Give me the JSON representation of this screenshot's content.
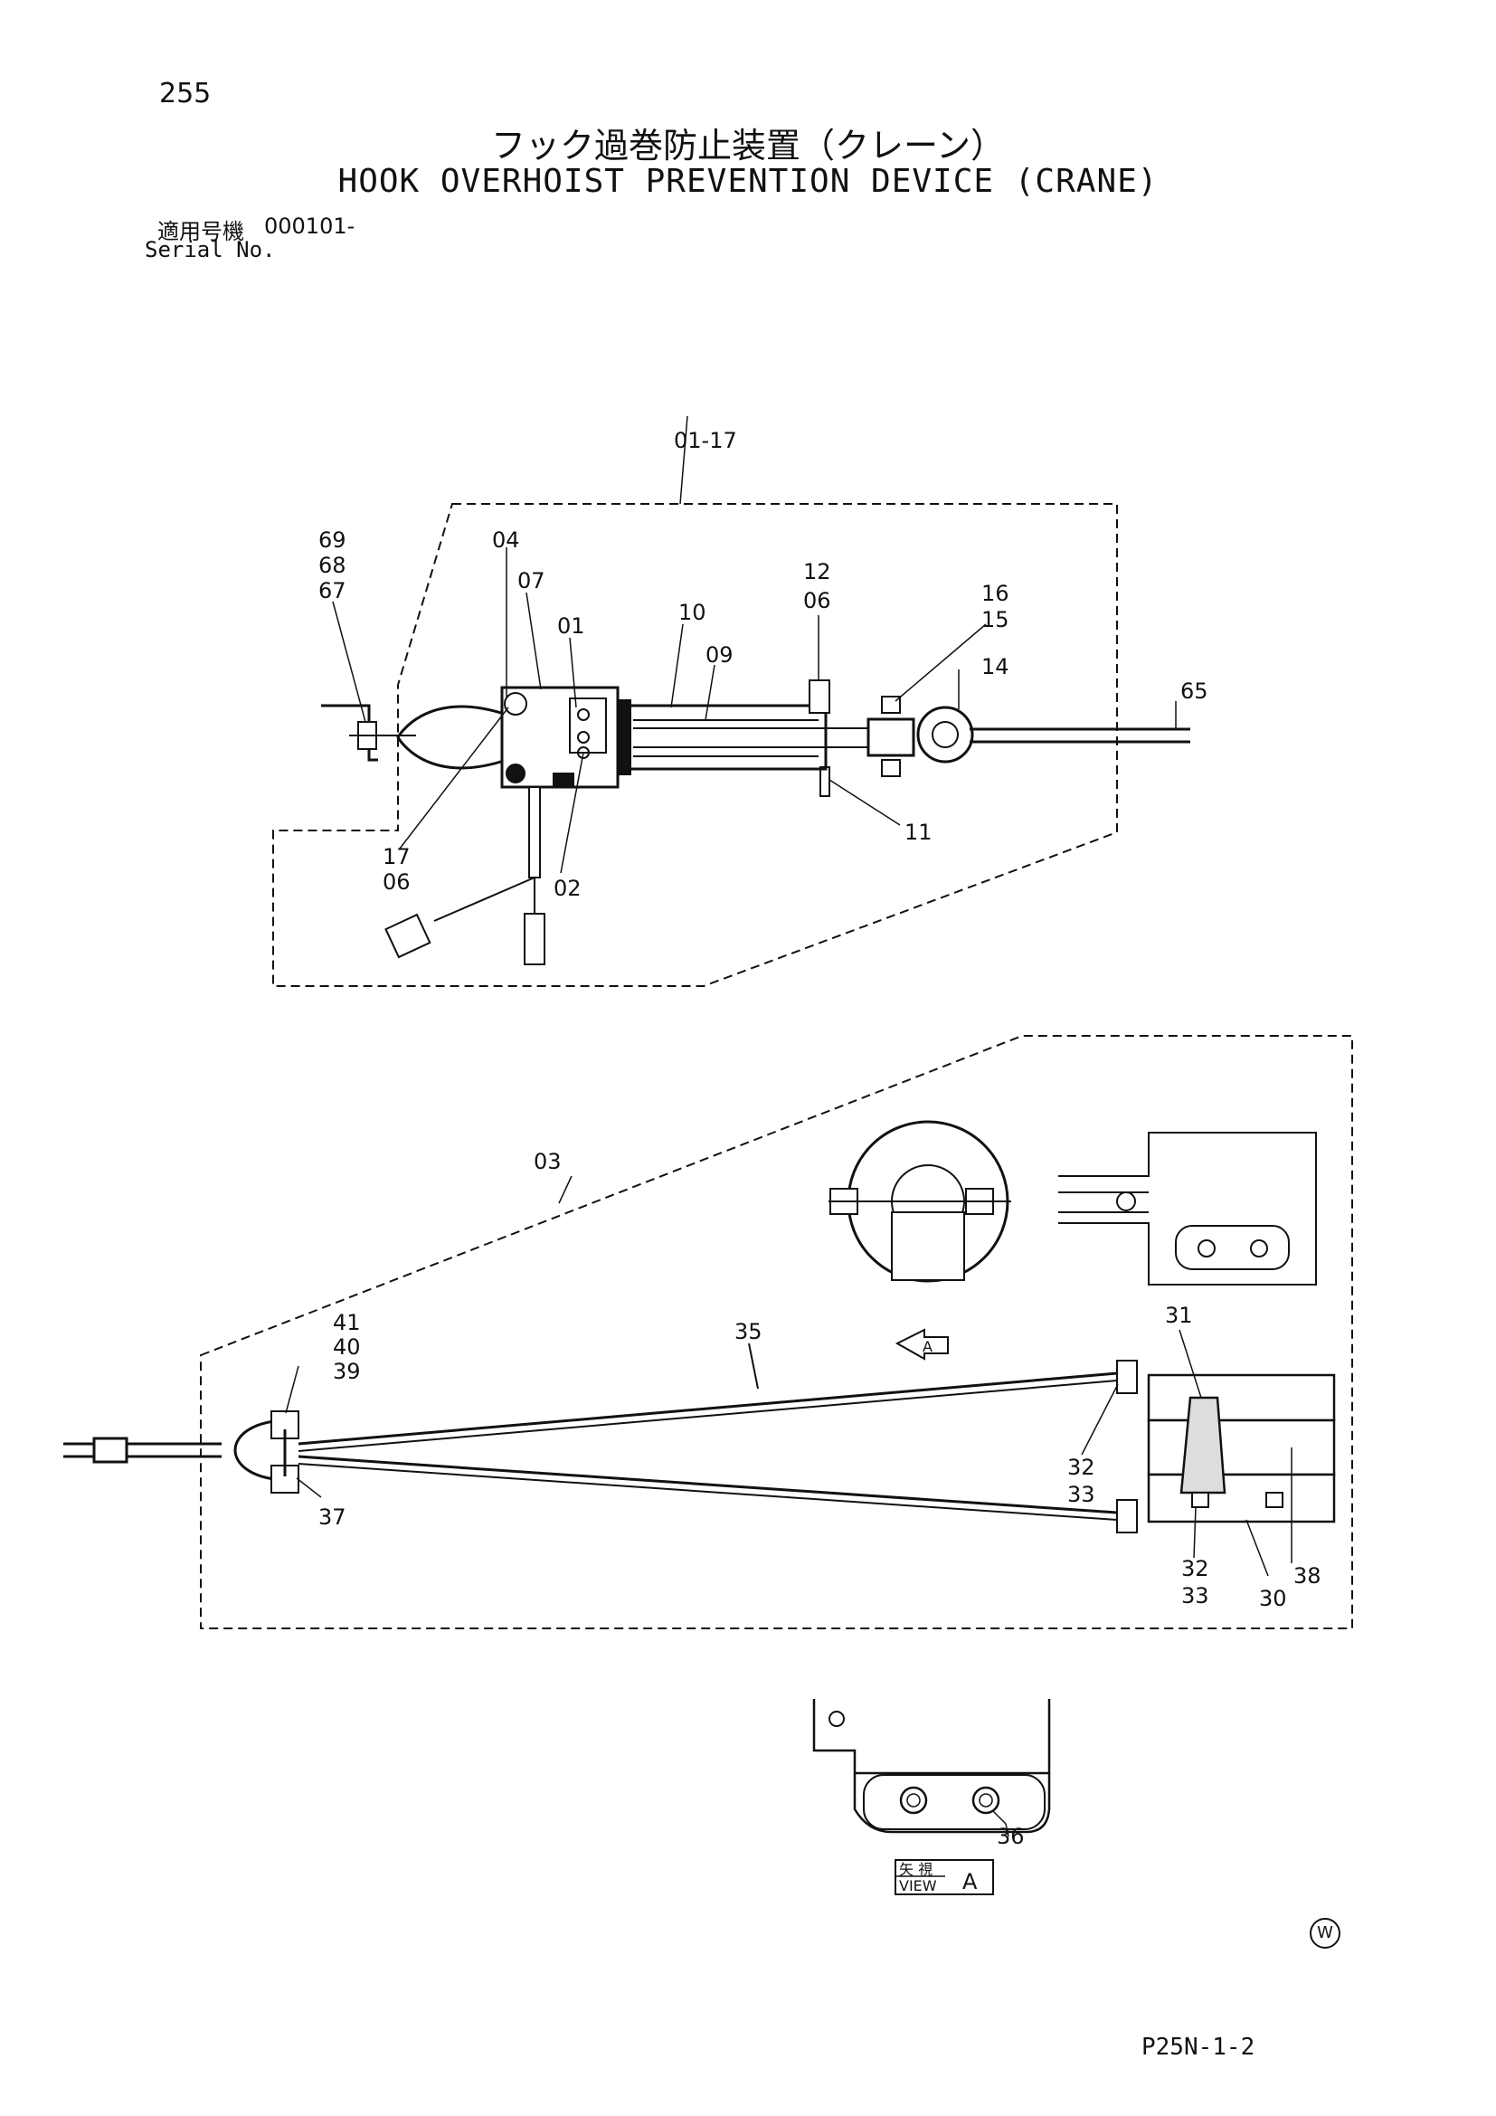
{
  "header": {
    "page_number": "255",
    "title_jp": "フック過巻防止装置（クレーン）",
    "title_en": "HOOK OVERHOIST PREVENTION DEVICE (CRANE)",
    "serial_label_jp": "適用号機",
    "serial_value": "000101-",
    "serial_label_en": "Serial No."
  },
  "upper_assembly": {
    "group_label": "01-17",
    "labels": {
      "p69": "69",
      "p68": "68",
      "p67": "67",
      "p04": "04",
      "p07": "07",
      "p01": "01",
      "p10": "10",
      "p09": "09",
      "p12": "12",
      "p06a": "06",
      "p16": "16",
      "p15": "15",
      "p14": "14",
      "p65": "65",
      "p11": "11",
      "p17": "17",
      "p06b": "06",
      "p02": "02"
    }
  },
  "lower_assembly": {
    "group_label": "03",
    "view_marker": "A",
    "labels": {
      "p41": "41",
      "p40": "40",
      "p39": "39",
      "p37": "37",
      "p35": "35",
      "p31": "31",
      "p32a": "32",
      "p33a": "33",
      "p32b": "32",
      "p33b": "33",
      "p30": "30",
      "p38": "38"
    }
  },
  "view_a": {
    "part_36": "36",
    "caption_jp": "矢 視",
    "caption_en": "VIEW",
    "caption_letter": "A"
  },
  "footer": {
    "drawing_code": "P25N-1-2",
    "watermark_letter": "W"
  }
}
